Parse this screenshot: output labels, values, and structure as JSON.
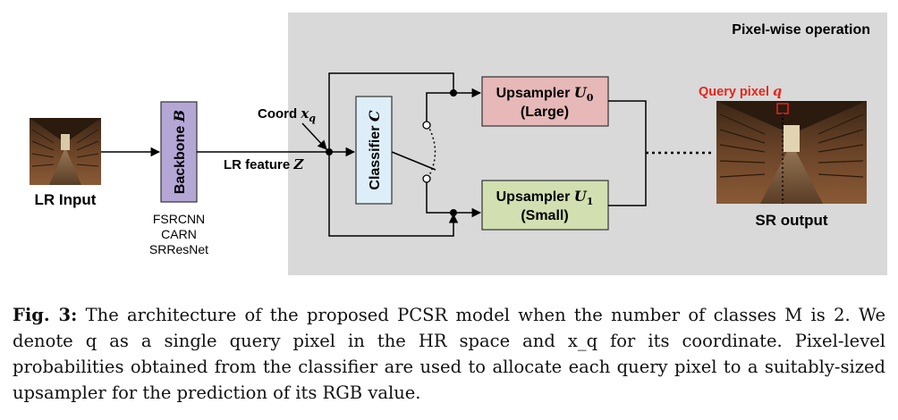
{
  "diagram": {
    "region_label": "Pixel-wise operation",
    "lr_input_label": "LR Input",
    "backbone": {
      "label": "Backbone",
      "symbol": "B"
    },
    "backbone_options": [
      "FSRCNN",
      "CARN",
      "SRResNet"
    ],
    "lr_feature": {
      "label": "LR feature",
      "symbol": "Z"
    },
    "coord": {
      "label": "Coord",
      "symbol": "x",
      "subscript": "q"
    },
    "classifier": {
      "label": "Classifier",
      "symbol": "C"
    },
    "upsampler_large": {
      "label": "Upsampler",
      "symbol": "U",
      "subscript": "0",
      "size": "(Large)"
    },
    "upsampler_small": {
      "label": "Upsampler",
      "symbol": "U",
      "subscript": "1",
      "size": "(Small)"
    },
    "query_pixel": {
      "label": "Query pixel",
      "symbol": "q"
    },
    "sr_output_label": "SR output",
    "colors": {
      "region_bg": "#d9d9d9",
      "backbone_fill": "#b4a7d6",
      "classifier_fill": "#ddeef8",
      "upsampler_large_fill": "#e6b8b7",
      "upsampler_small_fill": "#d2dfb1",
      "query_red": "#e8251a"
    }
  },
  "caption": {
    "label": "Fig. 3:",
    "text": "The architecture of the proposed PCSR model when the number of classes M is 2. We denote q as a single query pixel in the HR space and x_q for its coordinate. Pixel-level probabilities obtained from the classifier are used to allocate each query pixel to a suitably-sized upsampler for the prediction of its RGB value."
  }
}
